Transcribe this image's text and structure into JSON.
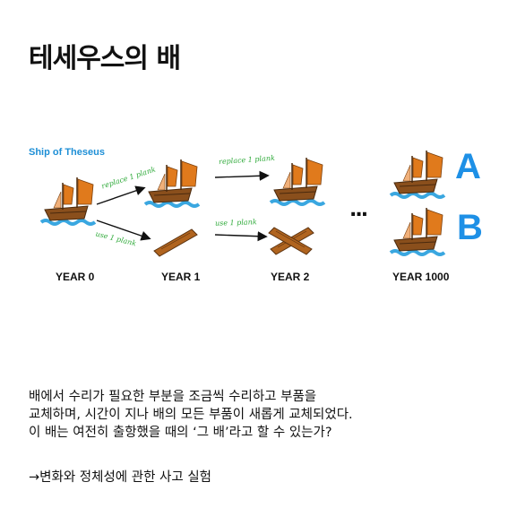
{
  "page": {
    "title": "테세우스의 배",
    "body_lines": [
      "배에서 수리가 필요한 부분을 조금씩 수리하고 부품을",
      "교체하며, 시간이 지나 배의 모든 부품이 새롭게 교체되었다.",
      "이 배는 여전히 출항했을 때의 ‘그 배’라고 할 수 있는가?"
    ],
    "note": "→변화와 정체성에 관한 사고 실험"
  },
  "figure": {
    "title": "Ship of Theseus",
    "years": [
      "YEAR 0",
      "YEAR 1",
      "YEAR 2",
      "YEAR 1000"
    ],
    "annotations": {
      "replace_1": "replace 1 plank",
      "replace_2": "replace 1 plank",
      "use_1": "use 1 plank",
      "use_2": "use 1 plank"
    },
    "ellipsis": "...",
    "outcome_a": "A",
    "outcome_b": "B",
    "colors": {
      "title_blue": "#1e8fd6",
      "letter_blue": "#1e90e6",
      "note_green": "#2faa3a",
      "sail_orange": "#e07a1c",
      "wood_brown": "#b0641f",
      "water_blue": "#3aa7e0"
    },
    "icons": [
      "ship-icon",
      "plank-icon",
      "arrow-icon"
    ]
  }
}
